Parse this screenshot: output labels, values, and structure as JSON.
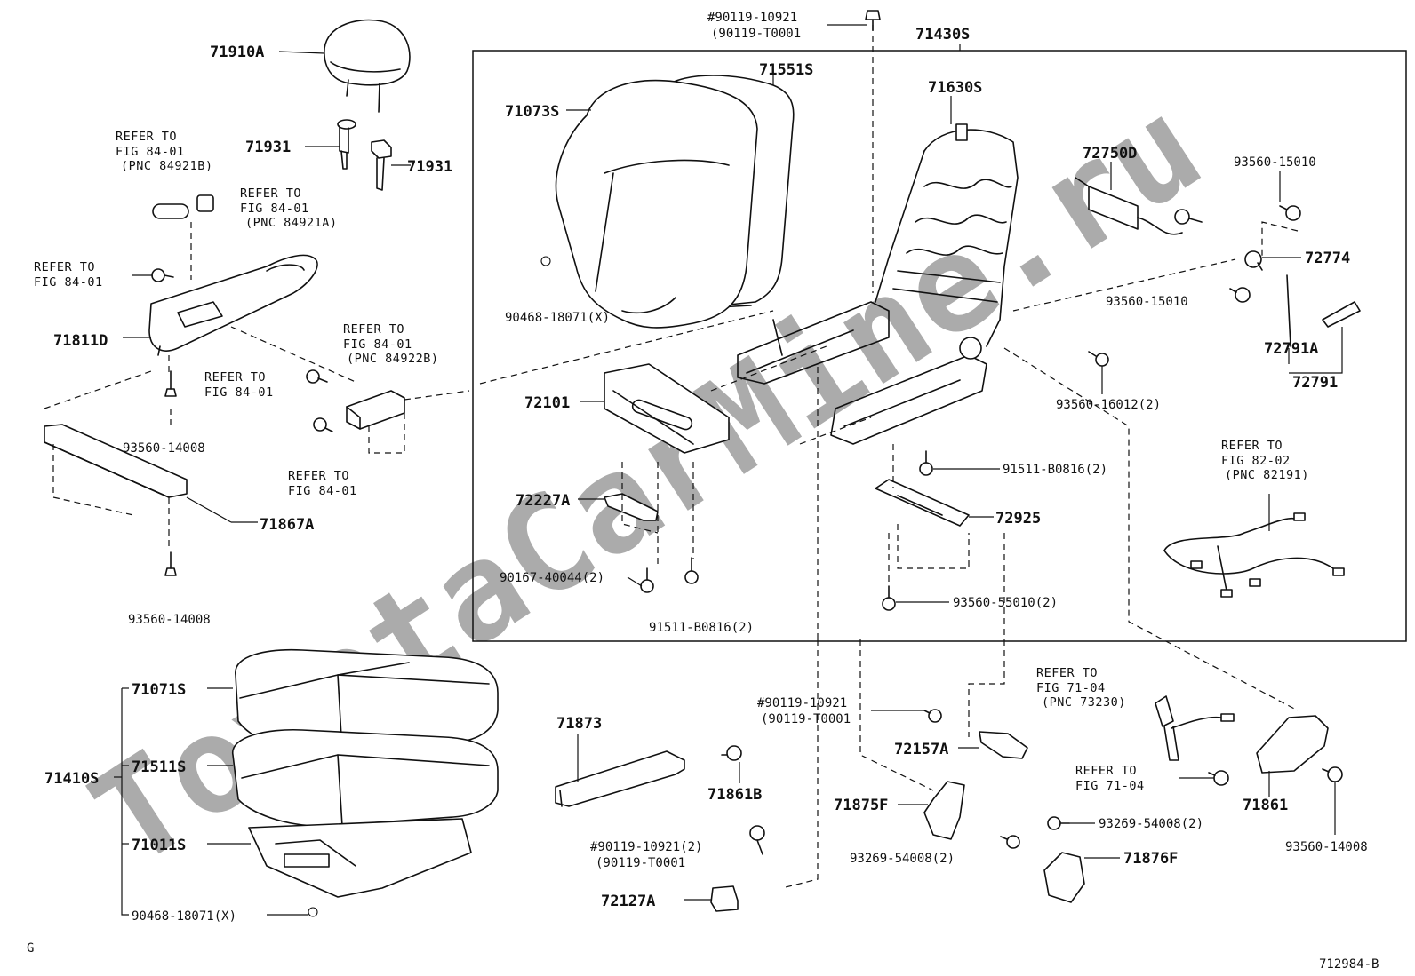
{
  "labels": {
    "p71910A": "71910A",
    "p71931a": "71931",
    "p71931b": "71931",
    "ref1_l1": "REFER TO",
    "ref1_l2": "FIG 84-01",
    "ref1_l3": "(PNC 84921B)",
    "ref2_l1": "REFER TO",
    "ref2_l2": "FIG 84-01",
    "ref2_l3": "(PNC 84921A)",
    "ref3_l1": "REFER TO",
    "ref3_l2": "FIG 84-01",
    "p71811D": "71811D",
    "ref4_l1": "REFER TO",
    "ref4_l2": "FIG 84-01",
    "ref4_l3": "(PNC 84922B)",
    "ref5_l1": "REFER TO",
    "ref5_l2": "FIG 84-01",
    "p93560_14008a": "93560-14008",
    "ref6_l1": "REFER TO",
    "ref6_l2": "FIG 84-01",
    "p71867A": "71867A",
    "p93560_14008b": "93560-14008",
    "p90119_top_l1": "#90119-10921",
    "p90119_top_l2": "(90119-T0001",
    "p71430S": "71430S",
    "p71551S": "71551S",
    "p71073S": "71073S",
    "p71630S": "71630S",
    "p72750D": "72750D",
    "p93560_15010a": "93560-15010",
    "p72774": "72774",
    "p93560_15010b": "93560-15010",
    "p90468_a": "90468-18071(X)",
    "p72791A": "72791A",
    "p72791": "72791",
    "p72101": "72101",
    "p93560_16012": "93560-16012(2)",
    "p91511_a": "91511-B0816(2)",
    "p72227A": "72227A",
    "p72925": "72925",
    "ref7_l1": "REFER TO",
    "ref7_l2": "FIG 82-02",
    "ref7_l3": "(PNC 82191)",
    "p90167": "90167-40044(2)",
    "p93560_55010": "93560-55010(2)",
    "p91511_b": "91511-B0816(2)",
    "p71071S": "71071S",
    "p71511S": "71511S",
    "p71410S": "71410S",
    "p71011S": "71011S",
    "p90468_b": "90468-18071(X)",
    "p71873": "71873",
    "p90119_mid_l1": "#90119-10921",
    "p90119_mid_l2": "(90119-T0001",
    "p72157A": "72157A",
    "ref8_l1": "REFER TO",
    "ref8_l2": "FIG 71-04",
    "ref8_l3": "(PNC 73230)",
    "p71861B": "71861B",
    "ref9_l1": "REFER TO",
    "ref9_l2": "FIG 71-04",
    "p71861": "71861",
    "p71875F": "71875F",
    "p90119_bot_l1": "#90119-10921(2)",
    "p90119_bot_l2": "(90119-T0001",
    "p93269_a": "93269-54008(2)",
    "p93269_b": "93269-54008(2)",
    "p71876F": "71876F",
    "p93560_14008c": "93560-14008",
    "p72127A": "72127A",
    "corner_g": "G",
    "fig_code": "712984-B"
  },
  "watermark": "ToyotaCarMine.ru"
}
